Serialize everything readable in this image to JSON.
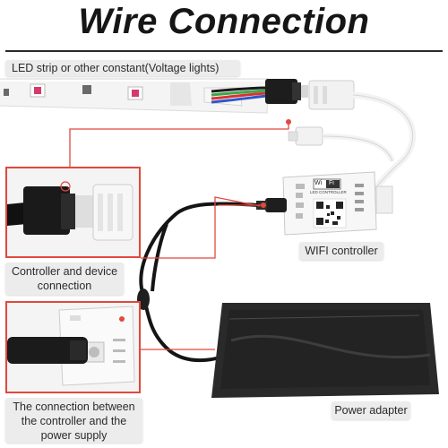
{
  "title": "Wire Connection",
  "labels": {
    "led_strip": "LED strip or other constant(Voltage lights)",
    "controller_device": "Controller and device connection",
    "wifi_controller": "WIFI controller",
    "connection_power": "The connection between the controller and the power supply",
    "power_adapter": "Power adapter"
  },
  "device_text": {
    "wifi_badge_left": "Wi",
    "wifi_badge_right": "Fi",
    "controller_model": "LED CONTROLLER"
  },
  "colors": {
    "leader_line": "#e2483e",
    "strip_body": "#f4f4f4",
    "adapter_body": "#2a2a2a",
    "label_bg": "#ececec"
  }
}
